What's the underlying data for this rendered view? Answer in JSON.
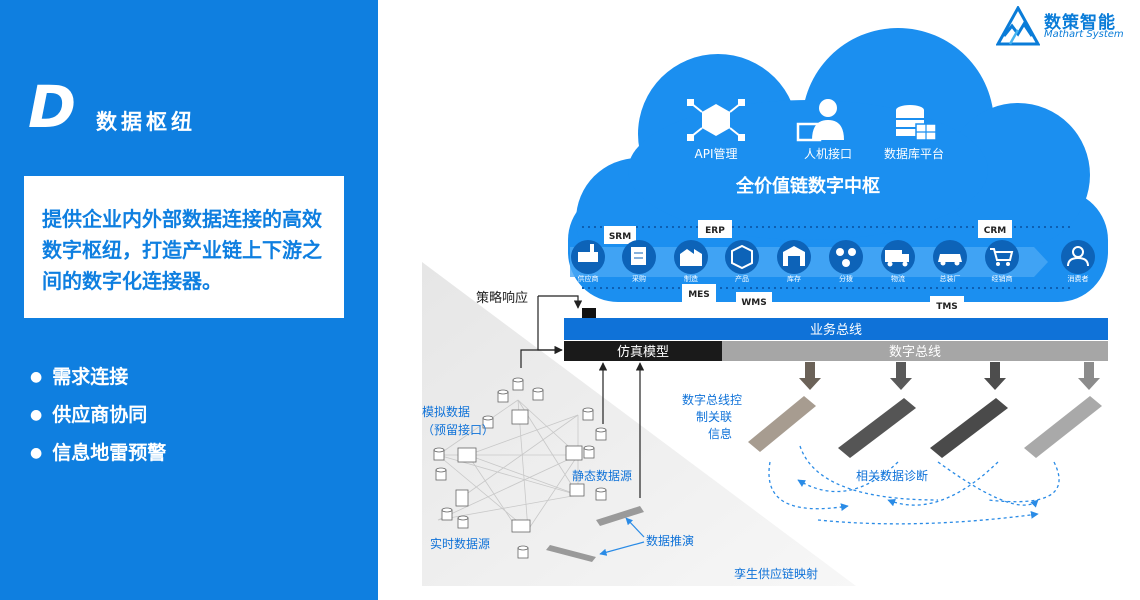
{
  "left": {
    "letter": "D",
    "title": "数据枢纽",
    "description": "提供企业内外部数据连接的高效数字枢纽，打造产业链上下游之间的数字化连接器。",
    "bullets": [
      "需求连接",
      "供应商协同",
      "信息地雷预警"
    ]
  },
  "logo": {
    "name": "数策智能",
    "sub": "Mathart System"
  },
  "cloud": {
    "icons": [
      "API管理",
      "人机接口",
      "数据库平台"
    ],
    "title": "全价值链数字中枢",
    "systems": [
      "SRM",
      "ERP",
      "CRM",
      "MES",
      "WMS",
      "TMS"
    ],
    "chain": [
      "供应商",
      "采购",
      "制造",
      "产品",
      "库存",
      "分拨",
      "物流",
      "总装厂",
      "经销商",
      "消费者"
    ]
  },
  "bus": {
    "business": "业务总线",
    "digital": "数字总线",
    "simulation": "仿真模型"
  },
  "labels": {
    "strategy": "策略响应",
    "simulated": "模拟数据",
    "reserved": "（预留接口）",
    "static": "静态数据源",
    "realtime": "实时数据源",
    "inference": "数据推演",
    "bus_control_1": "数字总线控",
    "bus_control_2": "制关联",
    "bus_control_3": "信息",
    "diagnosis": "相关数据诊断",
    "twin": "孪生供应链映射"
  },
  "colors": {
    "primary": "#0f7fe0",
    "cloud": "#1b8ff0",
    "bus_blue": "#0f72d8",
    "bus_gray": "#a6a6a6",
    "sim_black": "#1a1a1a"
  }
}
